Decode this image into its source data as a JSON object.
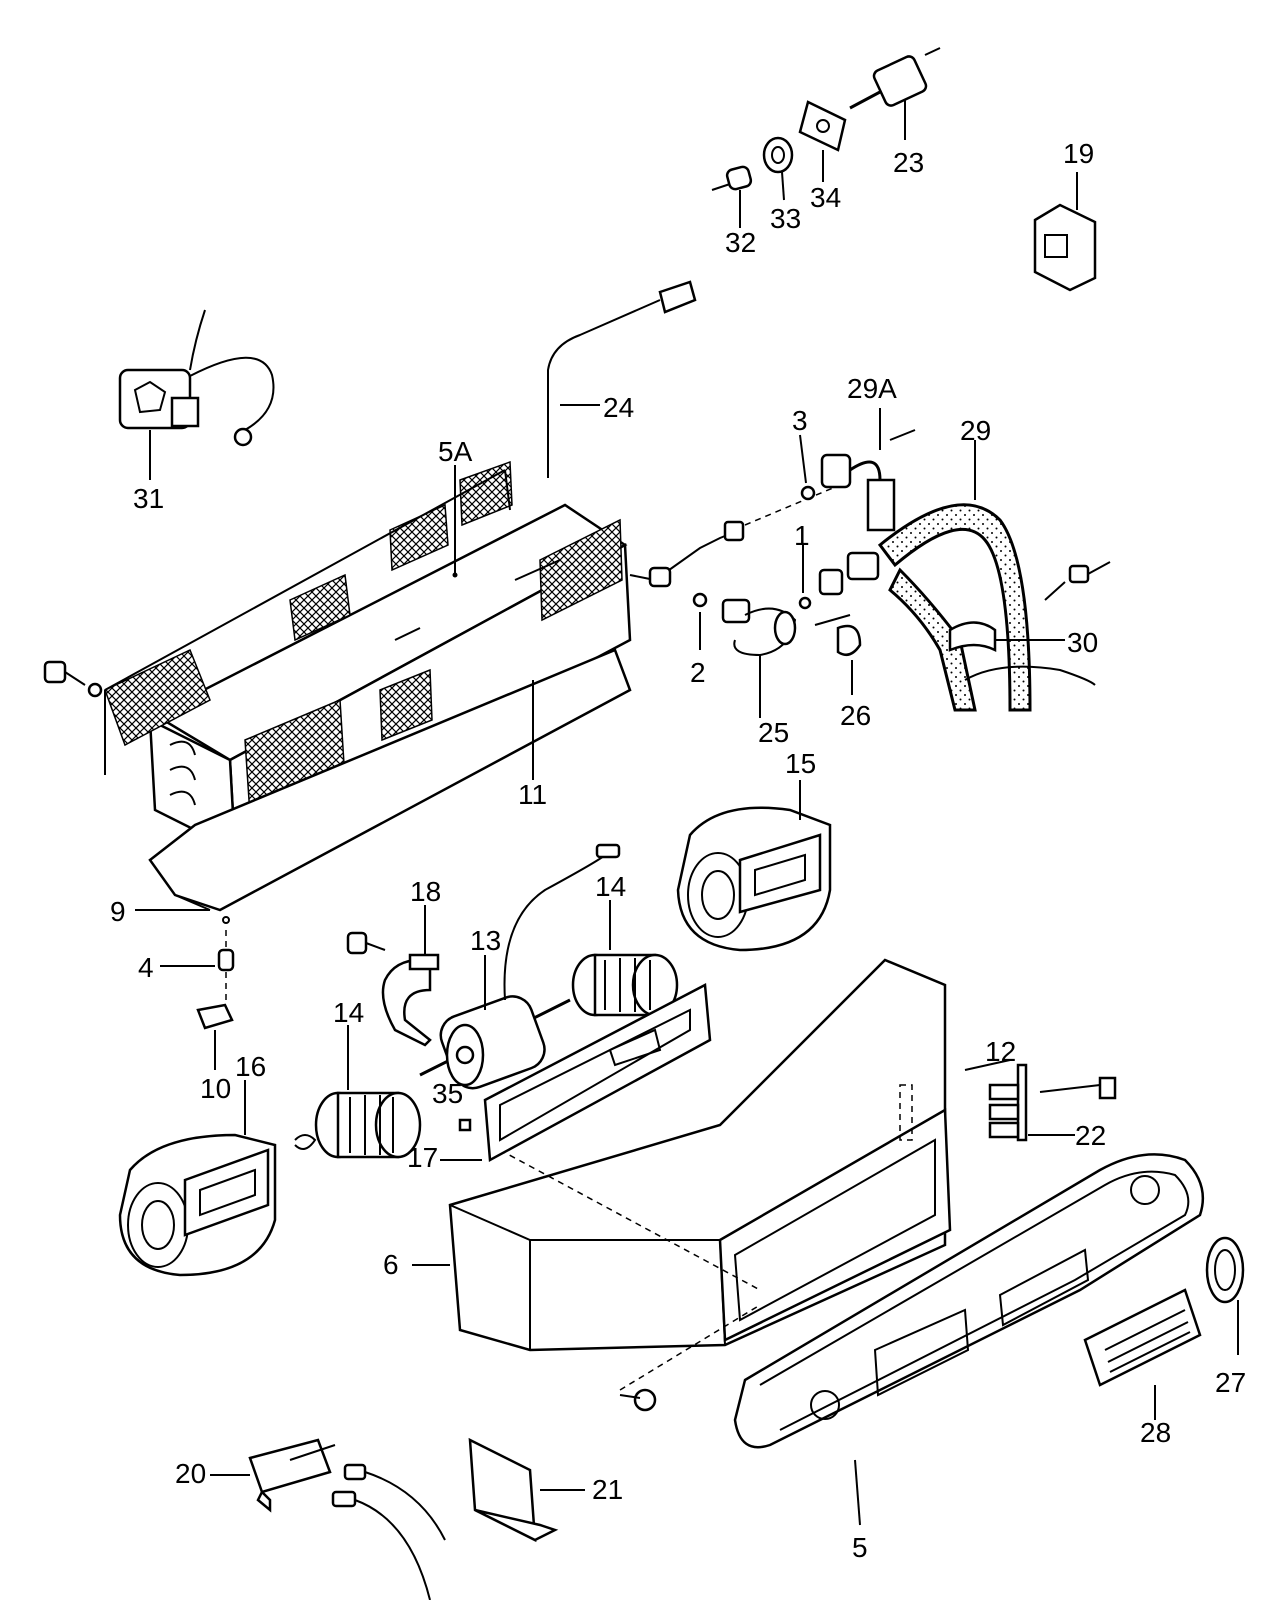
{
  "callouts": [
    {
      "id": "c23",
      "text": "23"
    },
    {
      "id": "c19",
      "text": "19"
    },
    {
      "id": "c32",
      "text": "32"
    },
    {
      "id": "c33",
      "text": "33"
    },
    {
      "id": "c34",
      "text": "34"
    },
    {
      "id": "c31",
      "text": "31"
    },
    {
      "id": "c24",
      "text": "24"
    },
    {
      "id": "c5A",
      "text": "5A"
    },
    {
      "id": "c29A",
      "text": "29A"
    },
    {
      "id": "c3",
      "text": "3"
    },
    {
      "id": "c29",
      "text": "29"
    },
    {
      "id": "c1",
      "text": "1"
    },
    {
      "id": "c30",
      "text": "30"
    },
    {
      "id": "c2",
      "text": "2"
    },
    {
      "id": "c26",
      "text": "26"
    },
    {
      "id": "c25",
      "text": "25"
    },
    {
      "id": "c11",
      "text": "11"
    },
    {
      "id": "c15",
      "text": "15"
    },
    {
      "id": "c9",
      "text": "9"
    },
    {
      "id": "c18",
      "text": "18"
    },
    {
      "id": "c13",
      "text": "13"
    },
    {
      "id": "c14a",
      "text": "14"
    },
    {
      "id": "c4",
      "text": "4"
    },
    {
      "id": "c14b",
      "text": "14"
    },
    {
      "id": "c12",
      "text": "12"
    },
    {
      "id": "c10",
      "text": "10"
    },
    {
      "id": "c16",
      "text": "16"
    },
    {
      "id": "c35",
      "text": "35"
    },
    {
      "id": "c22",
      "text": "22"
    },
    {
      "id": "c17",
      "text": "17"
    },
    {
      "id": "c6",
      "text": "6"
    },
    {
      "id": "c27",
      "text": "27"
    },
    {
      "id": "c28",
      "text": "28"
    },
    {
      "id": "c20",
      "text": "20"
    },
    {
      "id": "c21",
      "text": "21"
    },
    {
      "id": "c5",
      "text": "5"
    }
  ]
}
